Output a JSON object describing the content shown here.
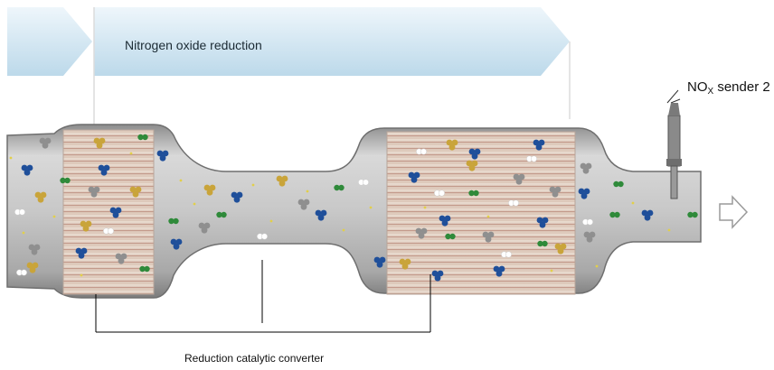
{
  "labels": {
    "banner": "Nitrogen oxide reduction",
    "sensor_prefix": "NO",
    "sensor_subscript": "X",
    "sensor_suffix": " sender 2",
    "converter": "Reduction catalytic converter"
  },
  "colors": {
    "banner_light": "#eef6fb",
    "banner_dark": "#bcd9ea",
    "pipe_light": "#d7d7d7",
    "pipe_dark": "#8a8a8a",
    "substrate": "#e3d2c6",
    "substrate_line": "#c69e90",
    "molecule_blue": "#1f4f9a",
    "molecule_yellow": "#c9a43a",
    "molecule_grey": "#8f8f8f",
    "molecule_green": "#2f8a3a",
    "molecule_white": "#ffffff"
  },
  "icons": {
    "flow_arrow": "arrow-right-outline-icon",
    "sensor": "nox-sensor-probe-icon"
  }
}
